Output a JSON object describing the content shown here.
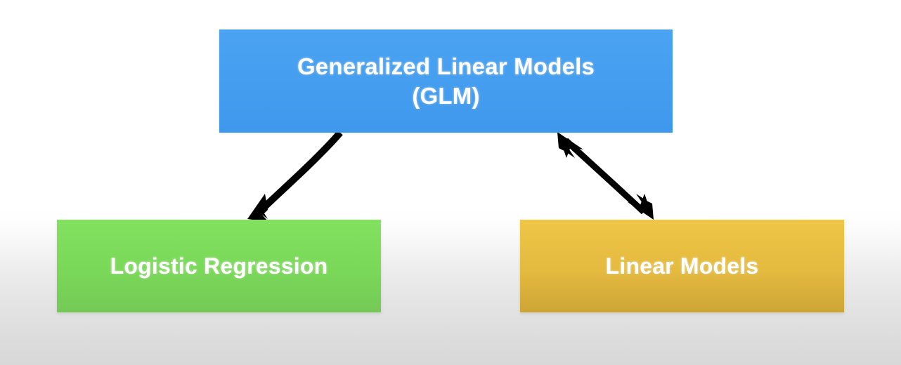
{
  "diagram": {
    "title_node": {
      "label": "Generalized Linear Models\n(GLM)",
      "color": "#4ba3f2",
      "text_color": "#ffffff"
    },
    "children": [
      {
        "id": "logistic-regression",
        "label": "Logistic Regression",
        "color": "#7ad859",
        "text_color": "#ffffff"
      },
      {
        "id": "linear-models",
        "label": "Linear Models",
        "color": "#e4ba3f",
        "text_color": "#ffffff"
      }
    ],
    "connectors": [
      {
        "id": "glm-to-logistic",
        "from": "generalized-linear-models",
        "to": "logistic-regression",
        "style": "curved",
        "direction": "one-way",
        "color": "#000000"
      },
      {
        "id": "glm-to-linear",
        "from": "generalized-linear-models",
        "to": "linear-models",
        "style": "straight",
        "direction": "two-way",
        "color": "#000000"
      }
    ],
    "background": {
      "top_color": "#ffffff",
      "bottom_color": "#d8d8d8"
    }
  }
}
